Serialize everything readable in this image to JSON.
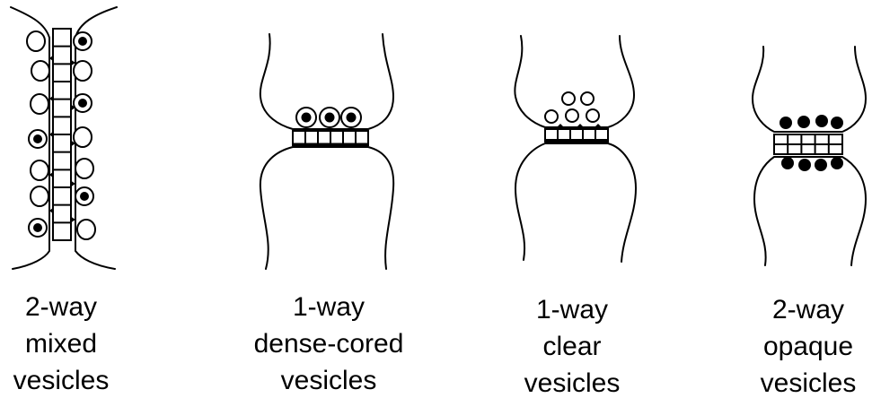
{
  "synapses": [
    {
      "id": "mixed",
      "caption": [
        "2-way",
        "mixed",
        "vesicles"
      ]
    },
    {
      "id": "densecored",
      "caption": [
        "1-way",
        "dense-cored",
        "vesicles"
      ]
    },
    {
      "id": "clear",
      "caption": [
        "1-way",
        "clear",
        "vesicles"
      ]
    },
    {
      "id": "opaque",
      "caption": [
        "2-way",
        "opaque",
        "vesicles"
      ]
    }
  ]
}
